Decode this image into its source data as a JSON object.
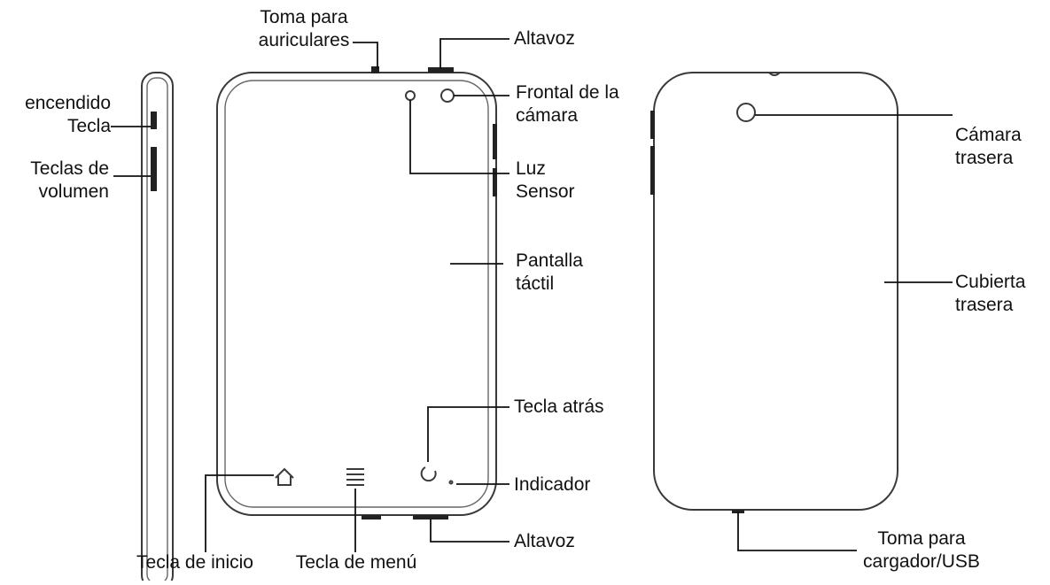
{
  "diagram": {
    "labels": {
      "headphone_jack": [
        "Toma para",
        "auriculares"
      ],
      "speaker_top": [
        "Altavoz"
      ],
      "front_camera": [
        "Frontal de la",
        "cámara"
      ],
      "light_sensor": [
        "Luz",
        "Sensor"
      ],
      "touch_screen": [
        "Pantalla",
        "táctil"
      ],
      "back_key": [
        "Tecla atrás"
      ],
      "indicator": [
        "Indicador"
      ],
      "speaker_bottom": [
        "Altavoz"
      ],
      "home_key": [
        "Tecla de inicio"
      ],
      "menu_key": [
        "Tecla de menú"
      ],
      "power_key": [
        "encendido",
        "Tecla"
      ],
      "volume_keys": [
        "Teclas de",
        "volumen"
      ],
      "rear_camera": [
        "Cámara",
        "trasera"
      ],
      "back_cover": [
        "Cubierta",
        "trasera"
      ],
      "charger_port": [
        "Toma para",
        "cargador/USB"
      ]
    }
  }
}
